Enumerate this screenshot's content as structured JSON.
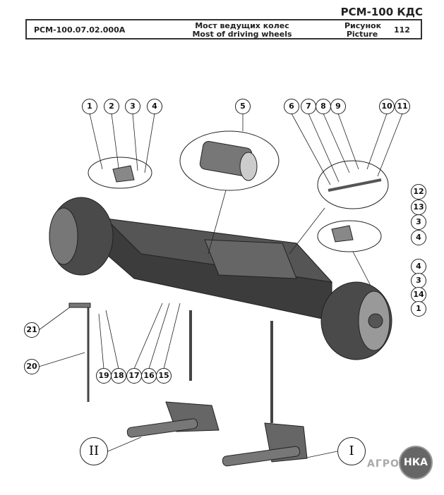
{
  "brand": "РСМ-100 КДС",
  "header": {
    "code": "РСМ-100.07.02.000А",
    "title_ru": "Мост ведущих колес",
    "title_en": "Most of driving wheels",
    "picture_ru": "Рисунок",
    "picture_en": "Picture",
    "picture_number": "112"
  },
  "callouts": [
    "1",
    "2",
    "3",
    "4",
    "5",
    "6",
    "7",
    "8",
    "9",
    "10",
    "11",
    "12",
    "13",
    "3",
    "4",
    "4",
    "3",
    "14",
    "1",
    "21",
    "20",
    "19",
    "18",
    "17",
    "16",
    "15"
  ],
  "views": [
    "II",
    "I"
  ],
  "logo": {
    "text": "АГРО",
    "circle": "НКА"
  }
}
